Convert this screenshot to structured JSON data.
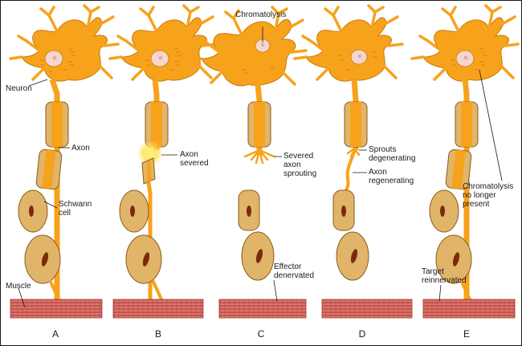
{
  "colors": {
    "neuron_fill": "#f7a21b",
    "neuron_stroke": "#c67a10",
    "nucleus_fill": "#f6d6cf",
    "schwann_fill": "#e0b56a",
    "schwann_stroke": "#8a5a1e",
    "schwann_nucleus": "#7a2a0a",
    "muscle_fill": "#c0504a",
    "muscle_stripe": "#e89c92",
    "severed_glow": "#ffe36b"
  },
  "panels": [
    {
      "letter": "A"
    },
    {
      "letter": "B"
    },
    {
      "letter": "C"
    },
    {
      "letter": "D"
    },
    {
      "letter": "E"
    }
  ],
  "labels": {
    "neuron": "Neuron",
    "axon": "Axon",
    "schwann_cell": "Schwann\ncell",
    "muscle": "Muscle",
    "axon_severed": "Axon\nsevered",
    "chromatolysis": "Chromatolysis",
    "severed_axon_sprouting": "Severed\naxon\nsprouting",
    "effector_denervated": "Effector\ndenervated",
    "sprouts_degenerating": "Sprouts\ndegenerating",
    "axon_regenerating": "Axon\nregenerating",
    "chromatolysis_no_longer_present": "Chromatolysis\nno longer\npresent",
    "target_reinnervated": "Target\nreinnervated"
  }
}
